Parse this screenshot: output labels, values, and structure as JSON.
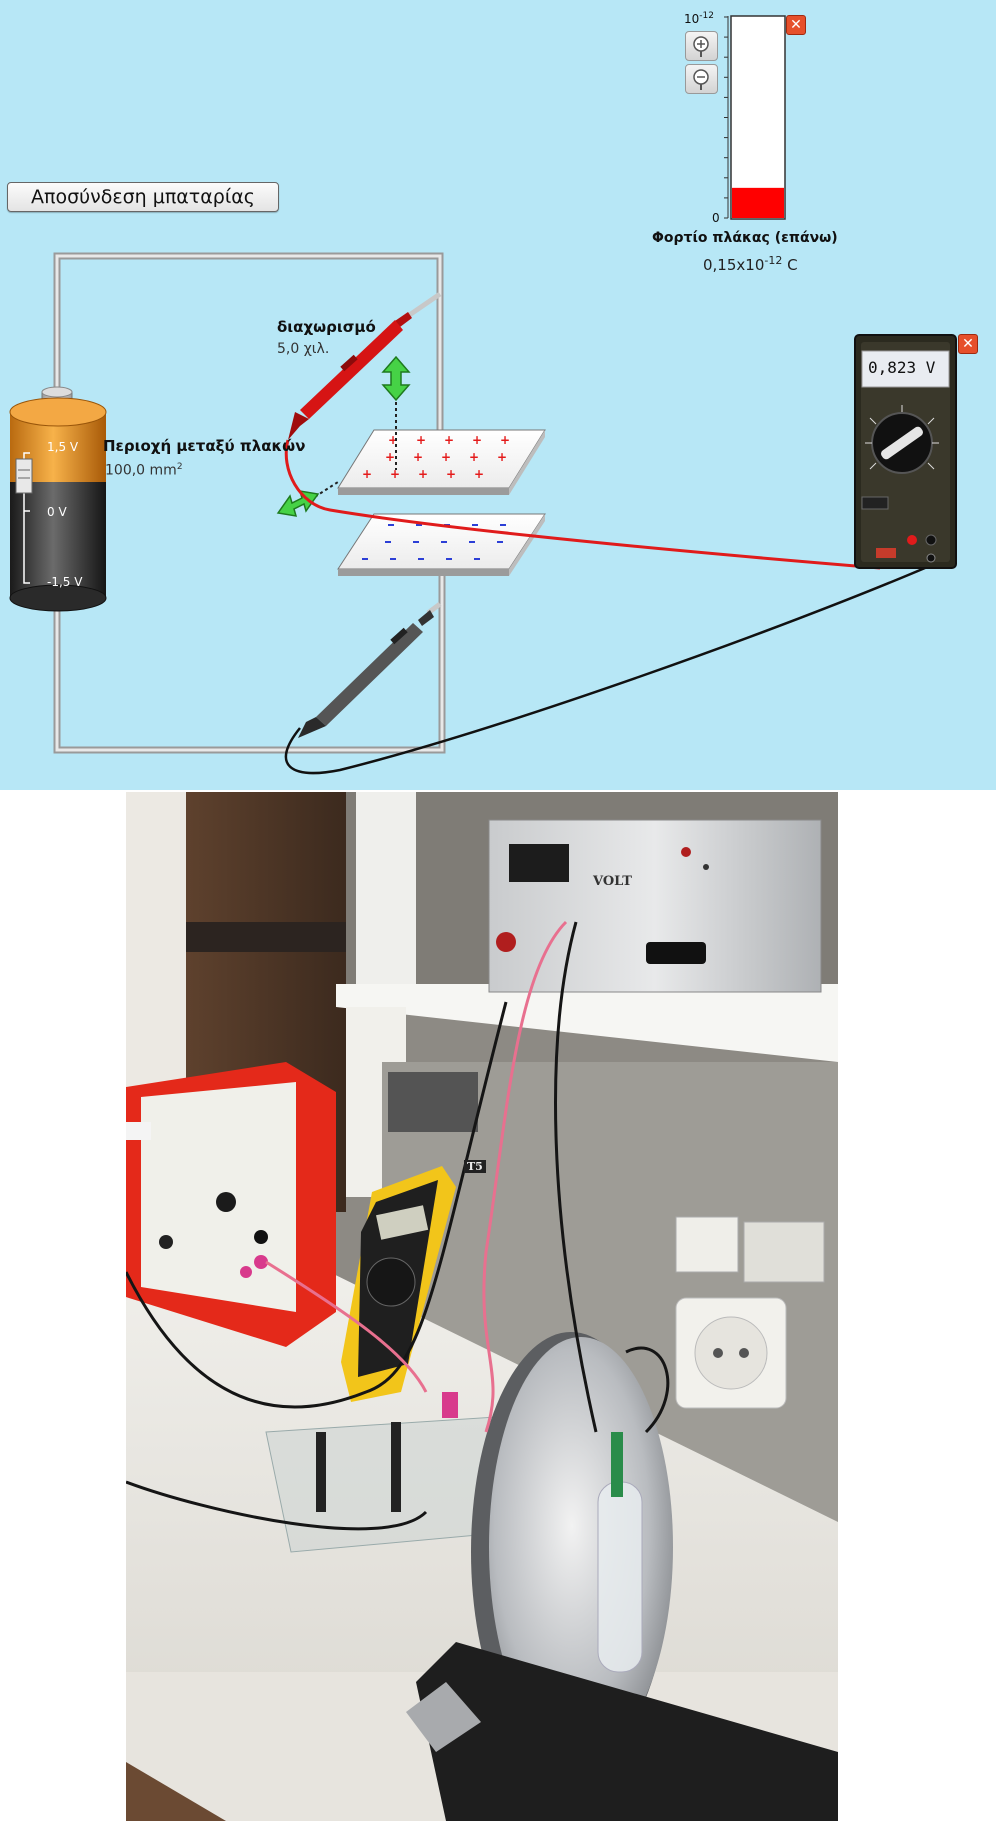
{
  "simulation": {
    "disconnect_button": "Αποσύνδεση μπαταρίας",
    "battery": {
      "top_label": "1,5 V",
      "mid_label": "0 V",
      "bottom_label": "-1,5 V"
    },
    "separation": {
      "label": "διαχωρισμό",
      "value": "5,0 χιλ."
    },
    "plate_area": {
      "label": "Περιοχή μεταξύ πλακών",
      "value": "100,0 mm",
      "unit_superscript": "2"
    },
    "charge_meter": {
      "scale_top": "10",
      "scale_top_exp": "-12",
      "scale_bottom": "0",
      "title": "Φορτίο πλάκας (επάνω)",
      "value_prefix": "0,15x10",
      "value_exp": "-12",
      "value_suffix": " C",
      "fill_fraction": 0.15,
      "fill_color": "#ff0000"
    },
    "voltmeter": {
      "reading": "0,823 V"
    },
    "icons": {
      "zoom_in": "zoom-in-icon",
      "zoom_out": "zoom-out-icon",
      "close": "close-icon"
    }
  },
  "photo": {
    "supply_label": "VOLT",
    "tag": "T5"
  }
}
